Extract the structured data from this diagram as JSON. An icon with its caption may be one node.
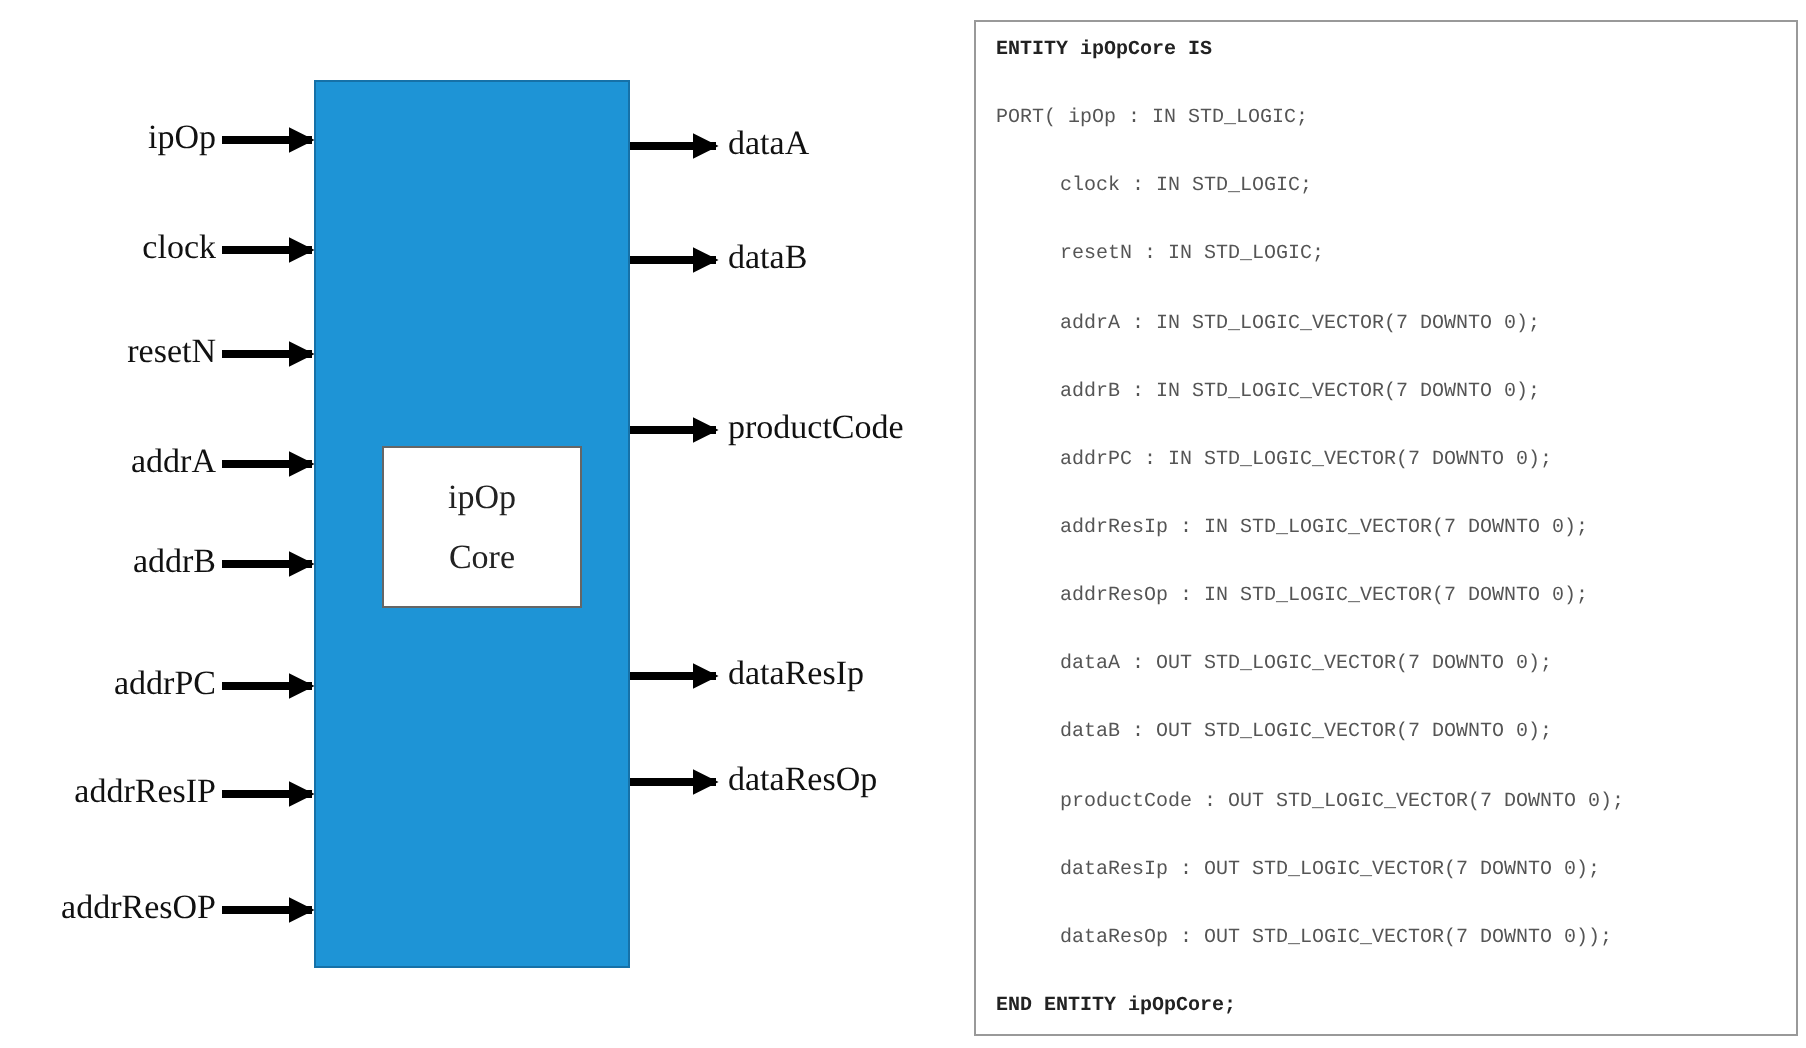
{
  "diagram": {
    "nodes": [
      {
        "text": [
          "ipOp"
        ]
      },
      {
        "text": [
          "clock"
        ]
      },
      {
        "text": [
          "resetN"
        ]
      },
      {
        "text": [
          "addrA"
        ]
      },
      {
        "text": [
          "addrB"
        ]
      },
      {
        "text": [
          "addrPC"
        ]
      },
      {
        "text": [
          "addrResIP"
        ]
      },
      {
        "text": [
          "addrResOP"
        ]
      },
      {
        "text": [],
        "shape": "box"
      },
      {
        "text": [
          "ipOp Core"
        ],
        "in": 8
      },
      {
        "text": [
          "dataA"
        ]
      },
      {
        "text": [
          "dataB"
        ]
      },
      {
        "text": [
          "productCode"
        ]
      },
      {
        "text": [
          "dataResIp"
        ]
      },
      {
        "text": [
          "dataResOp"
        ]
      },
      {
        "text": [
          "ENTITY ipOpCore IS",
          "PORT( ipOp : IN STD_LOGIC;",
          "clock : IN STD_LOGIC;",
          "resetN : IN STD_LOGIC;",
          "addrA : IN STD_LOGIC_VECTOR(7 DOWNTO 0);",
          "addrB : IN STD_LOGIC_VECTOR(7 DOWNTO 0);",
          "addrPC : IN STD_LOGIC_VECTOR(7 DOWNTO 0);",
          "addrResIp : IN STD_LOGIC_VECTOR(7 DOWNTO 0);",
          "addrResOp : IN STD_LOGIC_VECTOR(7 DOWNTO 0);",
          "dataA : OUT STD_LOGIC_VECTOR(7 DOWNTO 0);",
          "dataB : OUT STD_LOGIC_VECTOR(7 DOWNTO 0);",
          "productCode : OUT STD_LOGIC_VECTOR(7 DOWNTO 0);",
          "dataResIp : OUT STD_LOGIC_VECTOR(7 DOWNTO 0);",
          "dataResOp : OUT STD_LOGIC_VECTOR(7 DOWNTO 0));",
          "END ENTITY ipOpCore;"
        ]
      }
    ],
    "edges": [
      {
        "from": 0,
        "to": 8,
        "arrow": "to"
      },
      {
        "from": 1,
        "to": 8,
        "arrow": "to"
      },
      {
        "from": 2,
        "to": 8,
        "arrow": "to"
      },
      {
        "from": 3,
        "to": 8,
        "arrow": "to"
      },
      {
        "from": 4,
        "to": 8,
        "arrow": "to"
      },
      {
        "from": 5,
        "to": 8,
        "arrow": "to"
      },
      {
        "from": 6,
        "to": 8,
        "arrow": "to"
      },
      {
        "from": 7,
        "to": 8,
        "arrow": "to"
      },
      {
        "from": 8,
        "to": 10,
        "arrow": "to"
      },
      {
        "from": 8,
        "to": 11,
        "arrow": "to"
      },
      {
        "from": 8,
        "to": 12,
        "arrow": "to"
      },
      {
        "from": 8,
        "to": 13,
        "arrow": "to"
      },
      {
        "from": 8,
        "to": 14,
        "arrow": "to"
      }
    ]
  }
}
